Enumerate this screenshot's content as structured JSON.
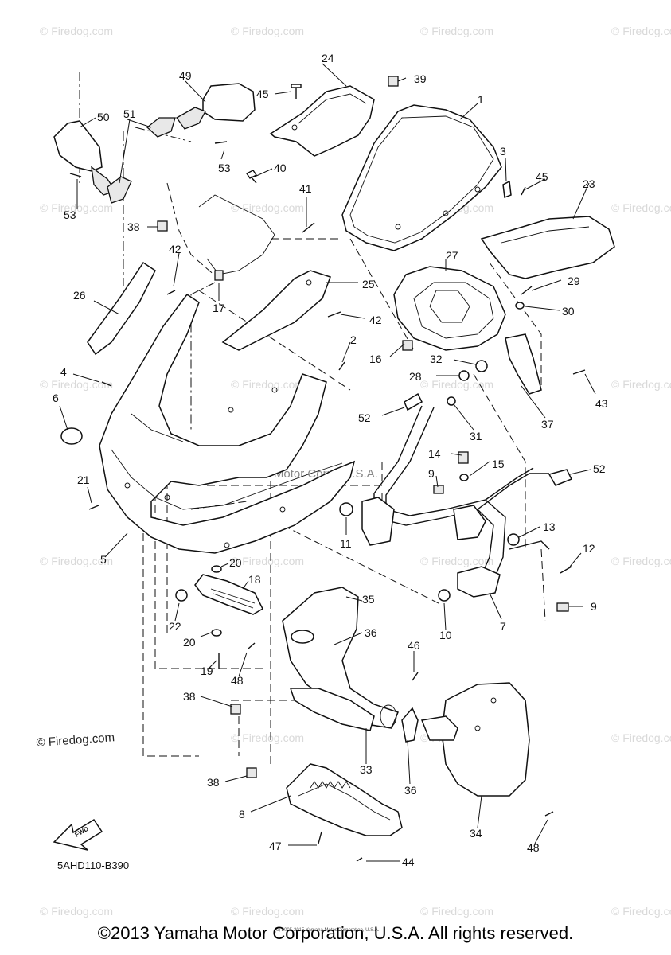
{
  "diagram": {
    "part_code": "5AHD110-B390",
    "fwd_label": "FWD",
    "watermark_text": "© Firedog.com",
    "watermark_firedog_dark": "© Firedog.com",
    "watermark_center": "Yamaha Motor Corp., U.S.A.",
    "tiny_copyright": "(c) 2005-2015 Yamaha Motor Corporation, U.S.A.",
    "copyright": "©2013 Yamaha Motor Corporation, U.S.A. All rights reserved.",
    "callouts": [
      "1",
      "2",
      "3",
      "4",
      "5",
      "6",
      "7",
      "8",
      "9",
      "9",
      "10",
      "11",
      "12",
      "13",
      "14",
      "15",
      "16",
      "17",
      "18",
      "19",
      "20",
      "20",
      "21",
      "22",
      "23",
      "24",
      "25",
      "26",
      "27",
      "28",
      "29",
      "30",
      "31",
      "32",
      "33",
      "34",
      "35",
      "36",
      "36",
      "37",
      "38",
      "38",
      "38",
      "39",
      "40",
      "41",
      "42",
      "42",
      "43",
      "44",
      "45",
      "45",
      "46",
      "47",
      "48",
      "48",
      "49",
      "50",
      "51",
      "52",
      "52",
      "53",
      "53"
    ]
  }
}
